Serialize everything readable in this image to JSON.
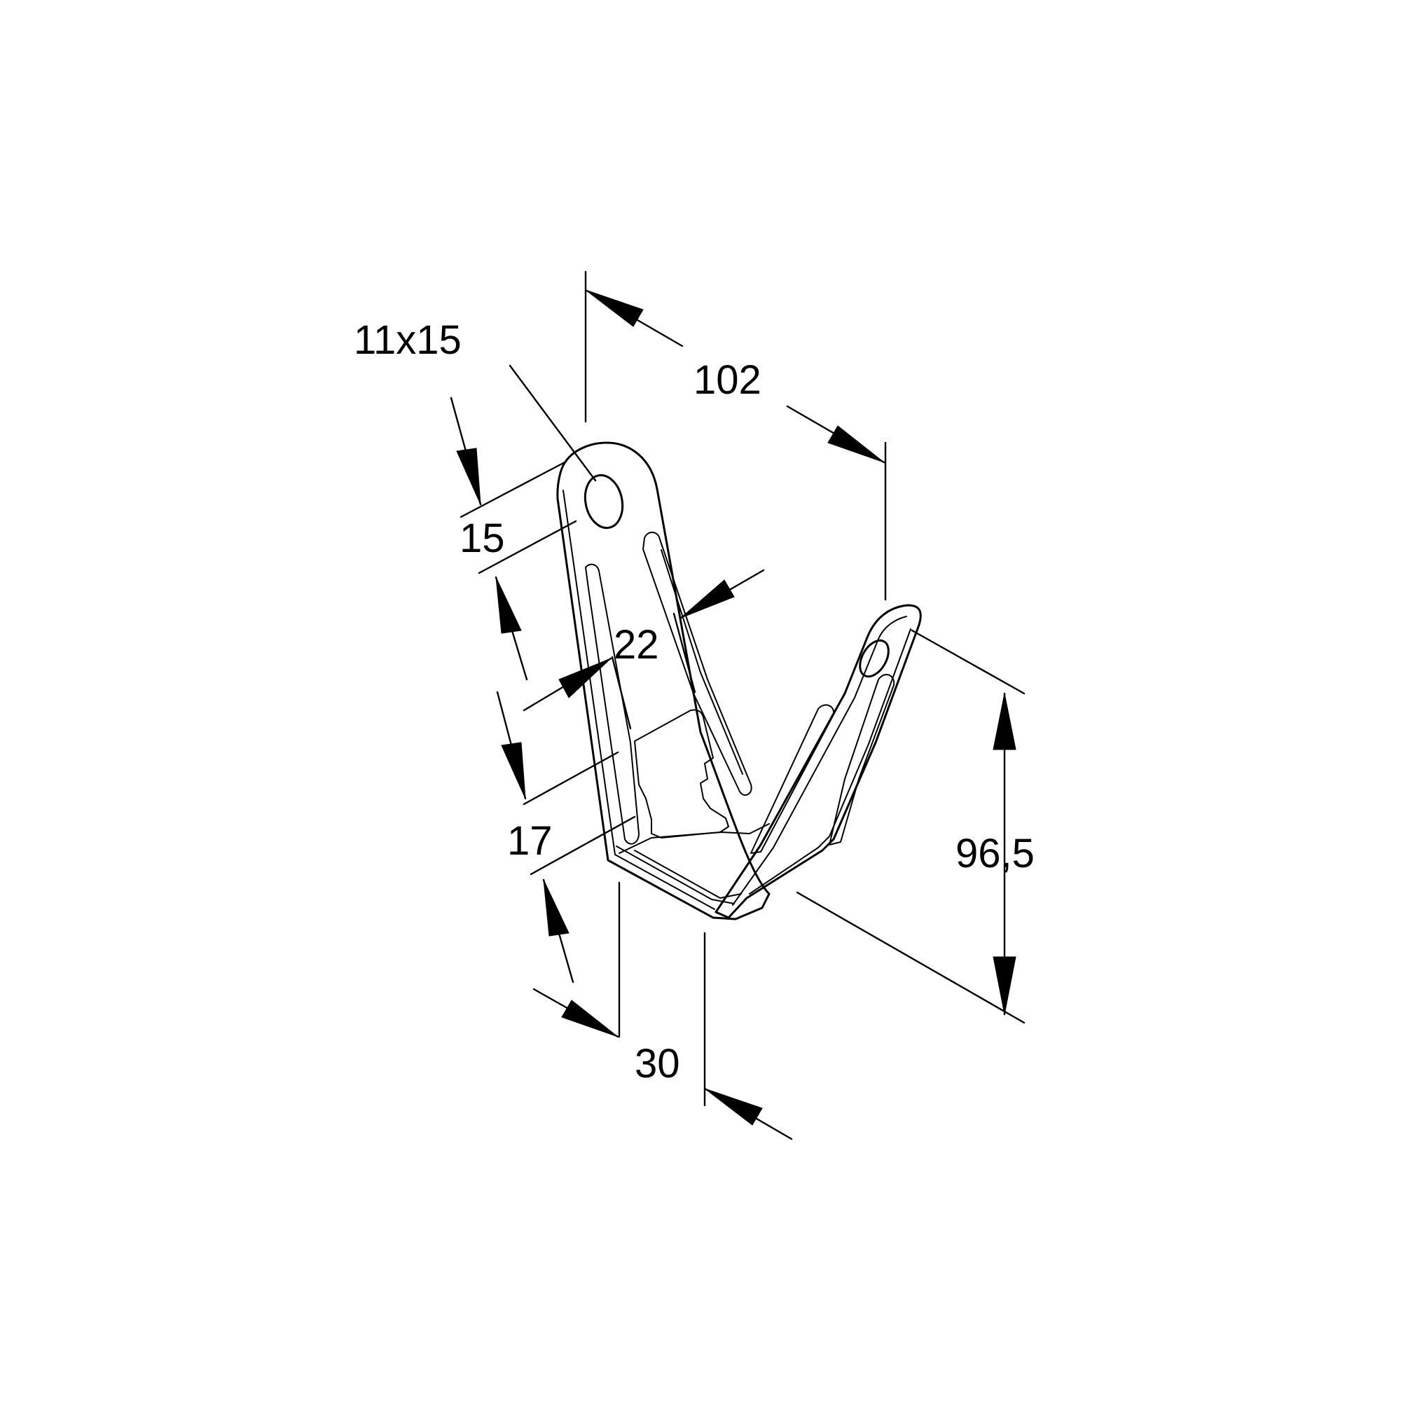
{
  "drawing": {
    "colors": {
      "line": "#000000",
      "background": "#ffffff"
    },
    "dimensions": {
      "hole": "11x15",
      "top_width": "102",
      "hole_offset": "15",
      "slot_width": "22",
      "slot_gap": "17",
      "base_width": "30",
      "height": "96,5"
    }
  }
}
